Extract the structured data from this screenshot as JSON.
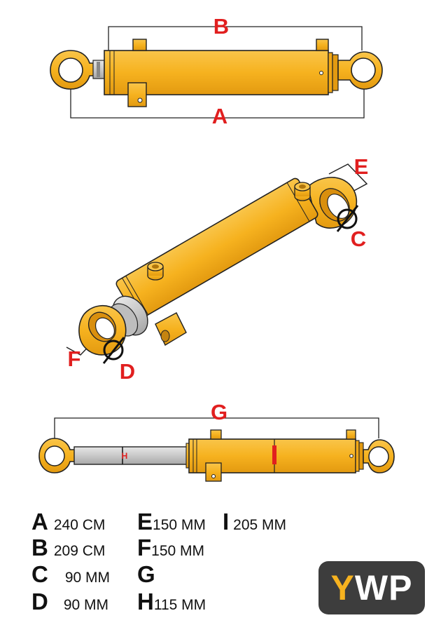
{
  "labels": {
    "a": "A",
    "b": "B",
    "c": "C",
    "d": "D",
    "e": "E",
    "f": "F",
    "g": "G",
    "h": "H",
    "i": "I"
  },
  "specs": [
    {
      "letter": "A",
      "value": "240 CM"
    },
    {
      "letter": "B",
      "value": "209 CM"
    },
    {
      "letter": "C",
      "value": "90 MM"
    },
    {
      "letter": "D",
      "value": "90 MM"
    },
    {
      "letter": "E",
      "value": "150 MM"
    },
    {
      "letter": "F",
      "value": "150 MM"
    },
    {
      "letter": "G",
      "value": ""
    },
    {
      "letter": "H",
      "value": "115 MM"
    },
    {
      "letter": "I",
      "value": "205 MM"
    }
  ],
  "logo": {
    "y": "Y",
    "wp": "WP"
  },
  "colors": {
    "body": "#f6b21f",
    "rod": "#c9c9c9",
    "label": "#e11f1f",
    "logo_bg": "#3d3d3d"
  }
}
